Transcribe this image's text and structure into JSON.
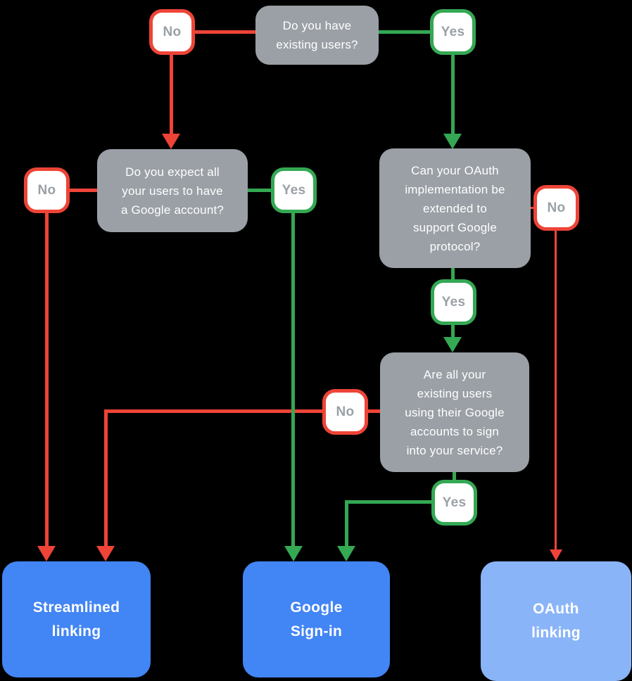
{
  "colors": {
    "background": "#000000",
    "box-gray": "#9aa0a6",
    "box-text": "#ffffff",
    "badge-bg": "#ffffff",
    "badge-text": "#9aa0a6",
    "red": "#ee4437",
    "green": "#34a853",
    "blue": "#4285f4",
    "light-blue": "#8ab4f8"
  },
  "labels": {
    "no": "No",
    "yes": "Yes"
  },
  "questions": {
    "existing_users": "Do you have\nexisting users?",
    "expect_google_account": "Do you expect all\nyour users to have\na Google account?",
    "oauth_extendable": "Can your OAuth\nimplementation be\nextended to\nsupport Google\nprotocol?",
    "all_users_google": "Are all your\nexisting users\nusing their Google\naccounts to sign\ninto your service?"
  },
  "outcomes": {
    "streamlined_linking": "Streamlined\nlinking",
    "google_signin": "Google\nSign-in",
    "oauth_linking": "OAuth\nlinking"
  }
}
